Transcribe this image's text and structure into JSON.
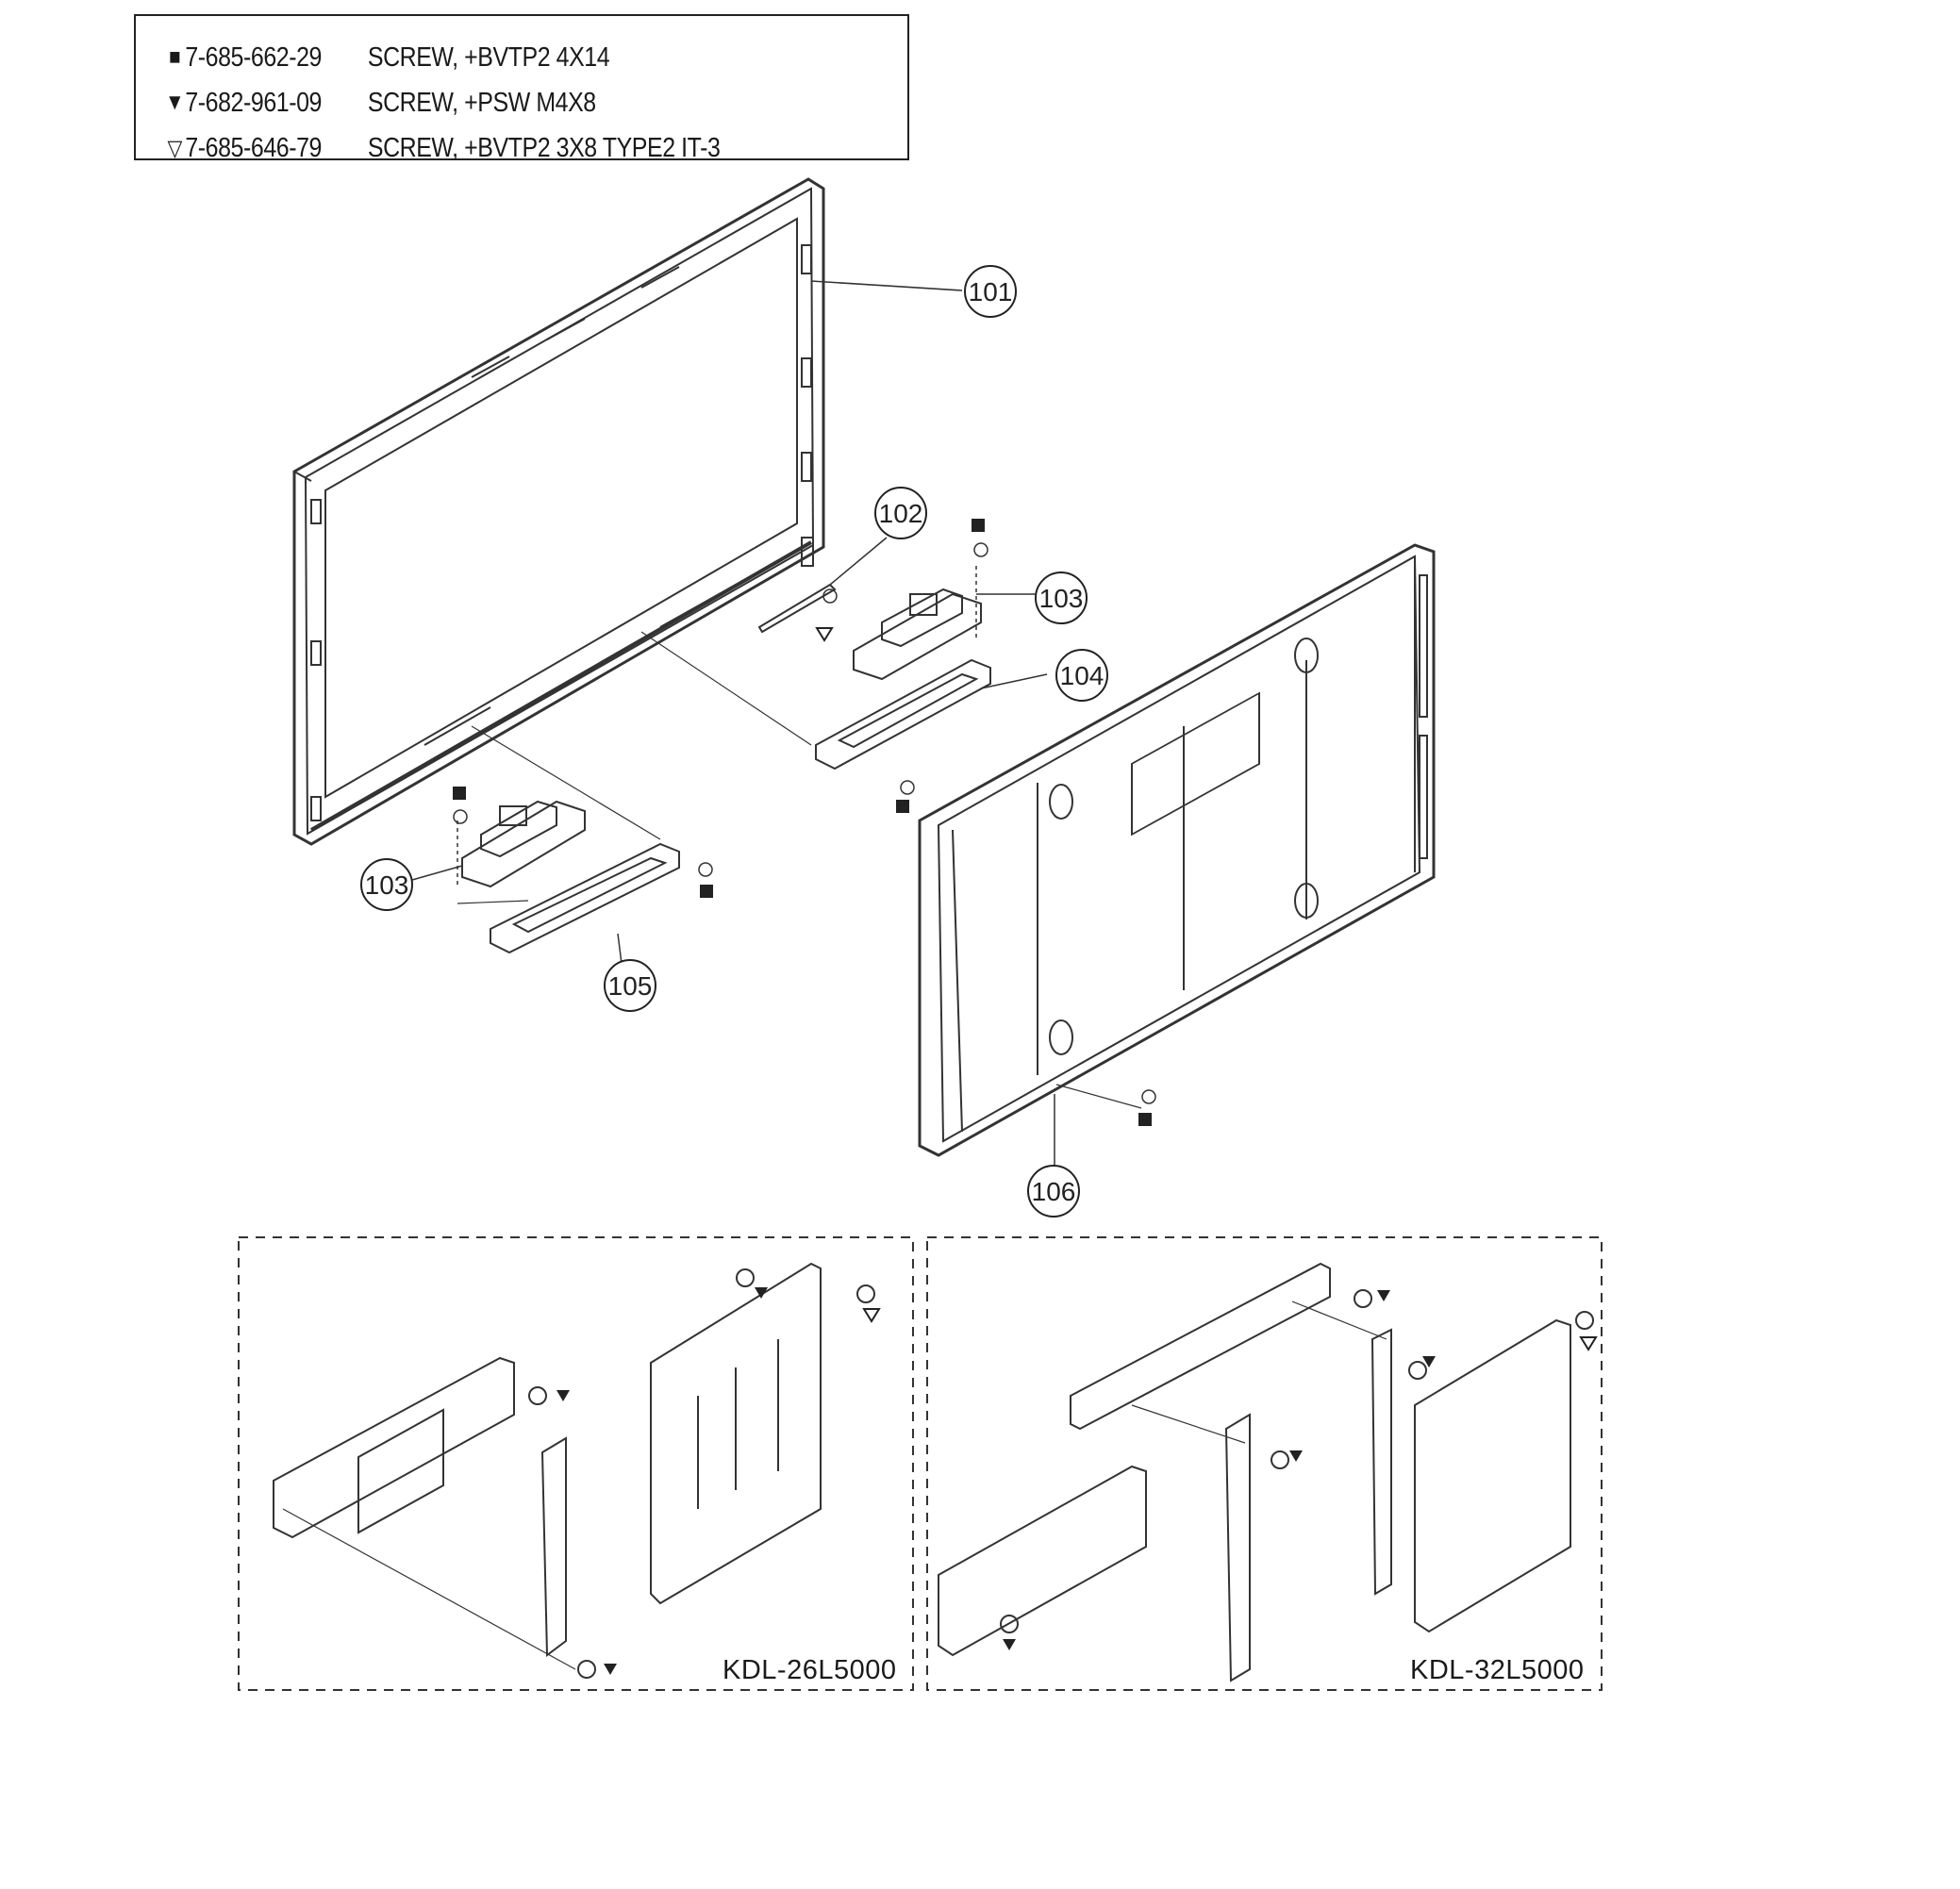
{
  "legend": {
    "items": [
      {
        "symbol": "square-screw-icon",
        "glyph": "■",
        "part_number": "7-685-662-29",
        "description": "SCREW, +BVTP2 4X14"
      },
      {
        "symbol": "filled-triangle-screw-icon",
        "glyph": "▼",
        "part_number": "7-682-961-09",
        "description": "SCREW, +PSW M4X8"
      },
      {
        "symbol": "open-triangle-screw-icon",
        "glyph": "▽",
        "part_number": "7-685-646-79",
        "description": "SCREW, +BVTP2 3X8 TYPE2 IT-3"
      }
    ]
  },
  "callouts": [
    "101",
    "102",
    "103",
    "104",
    "103",
    "105",
    "106"
  ],
  "insets": [
    {
      "model": "KDL-26L5000"
    },
    {
      "model": "KDL-32L5000"
    }
  ]
}
